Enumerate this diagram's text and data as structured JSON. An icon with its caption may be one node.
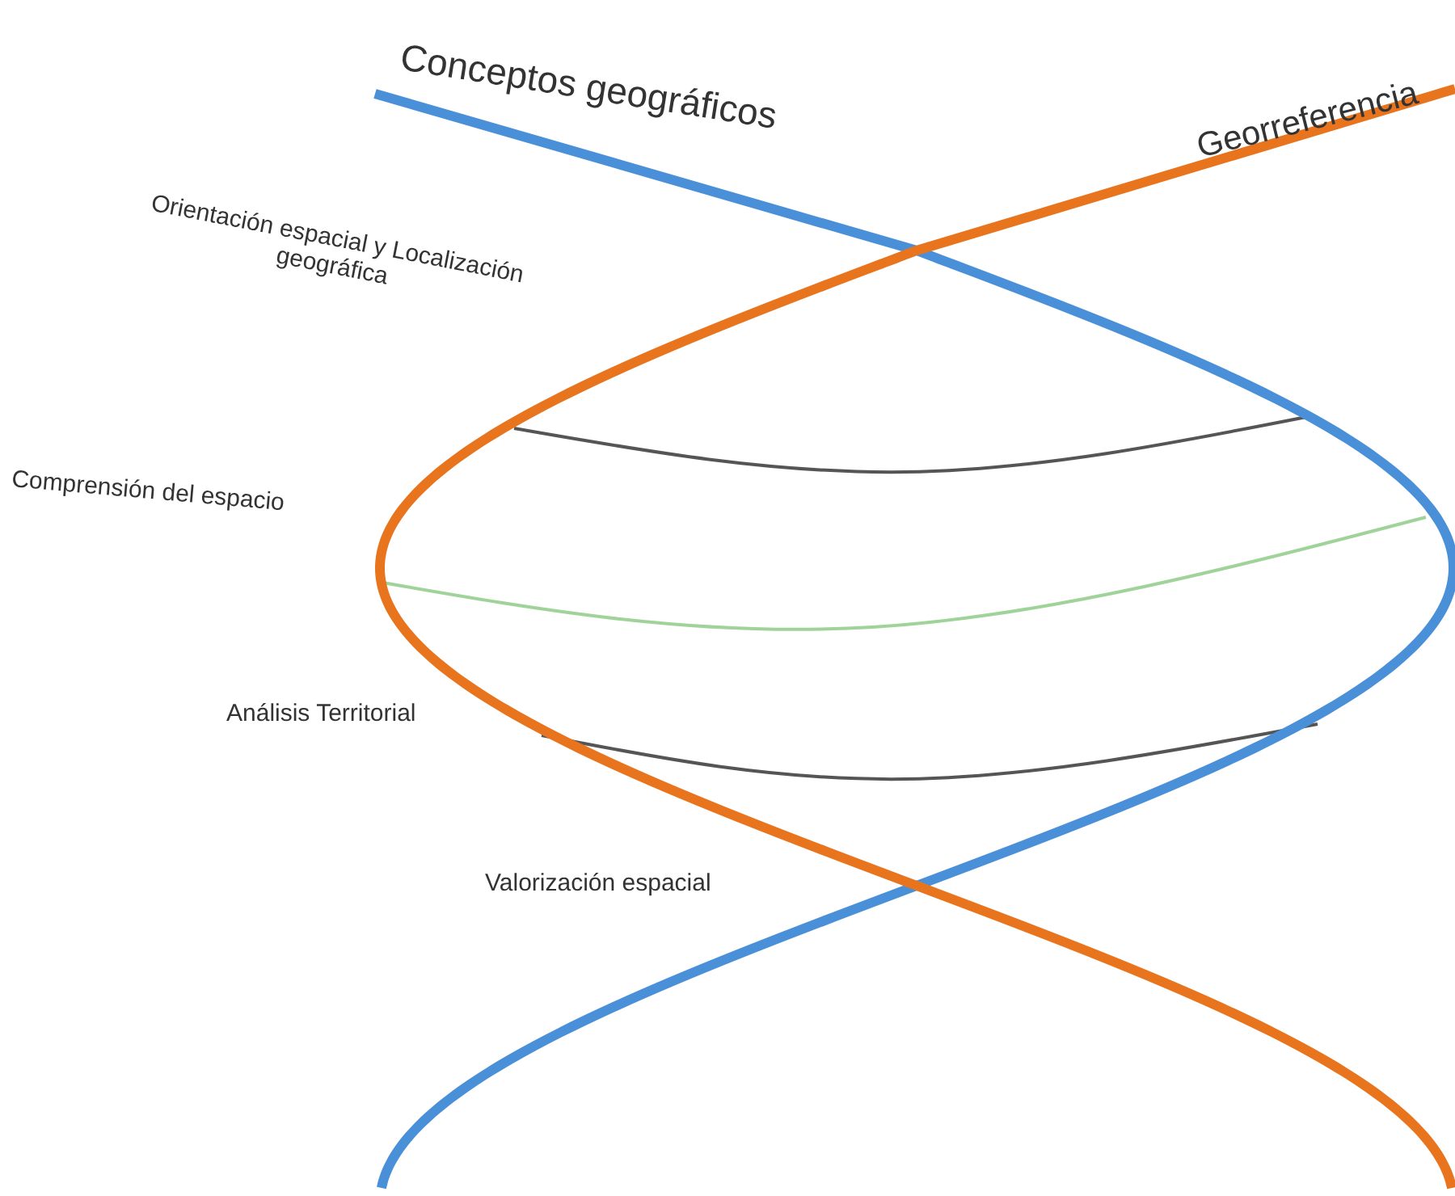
{
  "diagram": {
    "labels": [
      "Conceptos geográficos",
      "Georreferencia",
      "Orientación espacial y Localización geográfica",
      "Comprensión del espacio",
      "Análisis Territorial",
      "Valorización espacial"
    ]
  }
}
